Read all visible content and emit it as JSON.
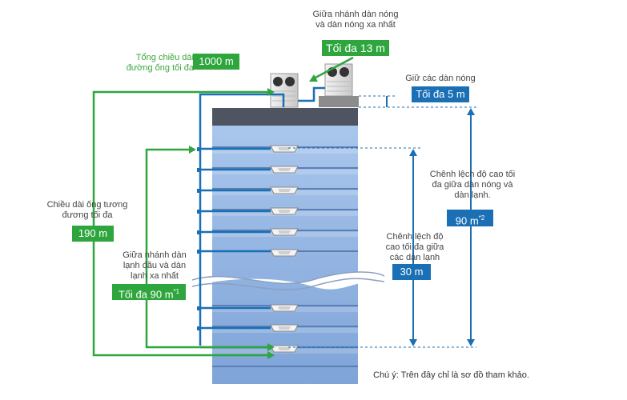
{
  "colors": {
    "green": "#2ea63d",
    "blue": "#1a6fb5",
    "building_floor": "#8eb3e2",
    "building_line": "#5b7fb4",
    "roof": "#4f5560"
  },
  "icons": {
    "outdoor_unit": "outdoor-ac-unit-icon",
    "indoor_unit": "ceiling-cassette-icon"
  },
  "labels": {
    "outdoor_branch_title": "Giữa nhánh dàn nóng\nvà dàn nóng xa nhất",
    "outdoor_branch_value": "Tối đa 13 m",
    "total_length_title": "Tổng chiều dài\nđường ống tối đa",
    "total_length_value": "1000 m",
    "outdoor_units_title": "Giữ các dàn nóng",
    "outdoor_units_value": "Tối đa 5 m",
    "equiv_length_title": "Chiều dài ống tương\nđương tối đa",
    "equiv_length_value": "190 m",
    "indoor_branch_title": "Giữa nhánh dàn\nlạnh đầu và dàn\nlạnh xa nhất",
    "indoor_branch_value": "Tối đa 90 m",
    "indoor_branch_sup": "*1",
    "height_indoor_title": "Chênh lệch độ\ncao tối đa giữa\ncác dàn lạnh",
    "height_indoor_value": "30 m",
    "height_outdoor_indoor_title": "Chênh lệch độ cao tối\nđa giữa dàn nóng và\ndàn lạnh.",
    "height_outdoor_indoor_value": "90 m",
    "height_outdoor_indoor_sup": "*2",
    "note": "Chú ý: Trên đây chỉ là sơ đồ tham khảo."
  }
}
